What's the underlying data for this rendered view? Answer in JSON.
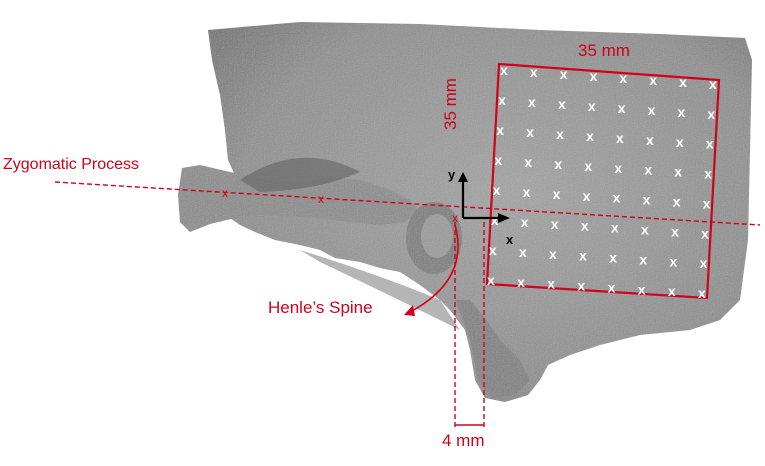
{
  "labels": {
    "zygomatic": "Zygomatic Process",
    "henle": "Henle’s Spine",
    "width_dim": "35 mm",
    "height_dim": "35 mm",
    "offset_dim": "4 mm",
    "axis_x": "x",
    "axis_y": "y"
  },
  "grid": {
    "rows": 8,
    "cols": 8,
    "marker": "x"
  },
  "colors": {
    "annotation": "#d0021b",
    "bone": "#8f8f8f",
    "marker": "#ffffff",
    "axes": "#000000"
  }
}
